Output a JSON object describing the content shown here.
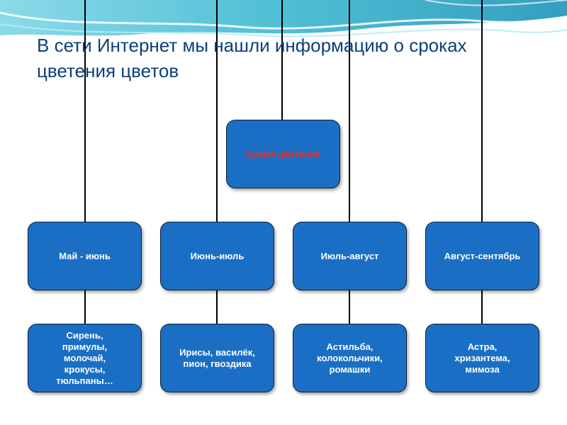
{
  "slide": {
    "title_line1": "В сети Интернет мы нашли информацию о сроках",
    "title_line2": "цветения  цветов"
  },
  "diagram": {
    "root": "Время цветения",
    "periods": [
      {
        "label": "Май - июнь",
        "flowers": "Сирень,\nпримулы,\nмолочай,\nкрокусы,\nтюльпаны…"
      },
      {
        "label": "Июнь-июль",
        "flowers": "Ирисы, василёк,\nпион, гвоздика"
      },
      {
        "label": "Июль-август",
        "flowers": "Астильба,\nколокольчики,\nромашки"
      },
      {
        "label": "Август-сентябрь",
        "flowers": "Астра,\nхризантема,\nмимоза"
      }
    ]
  },
  "colors": {
    "box_fill": "#1a6fc4",
    "root_text": "#e0302a",
    "box_text": "#ffffff",
    "title_text": "#0c3f7a",
    "wave_teal": "#4fc3d9"
  }
}
